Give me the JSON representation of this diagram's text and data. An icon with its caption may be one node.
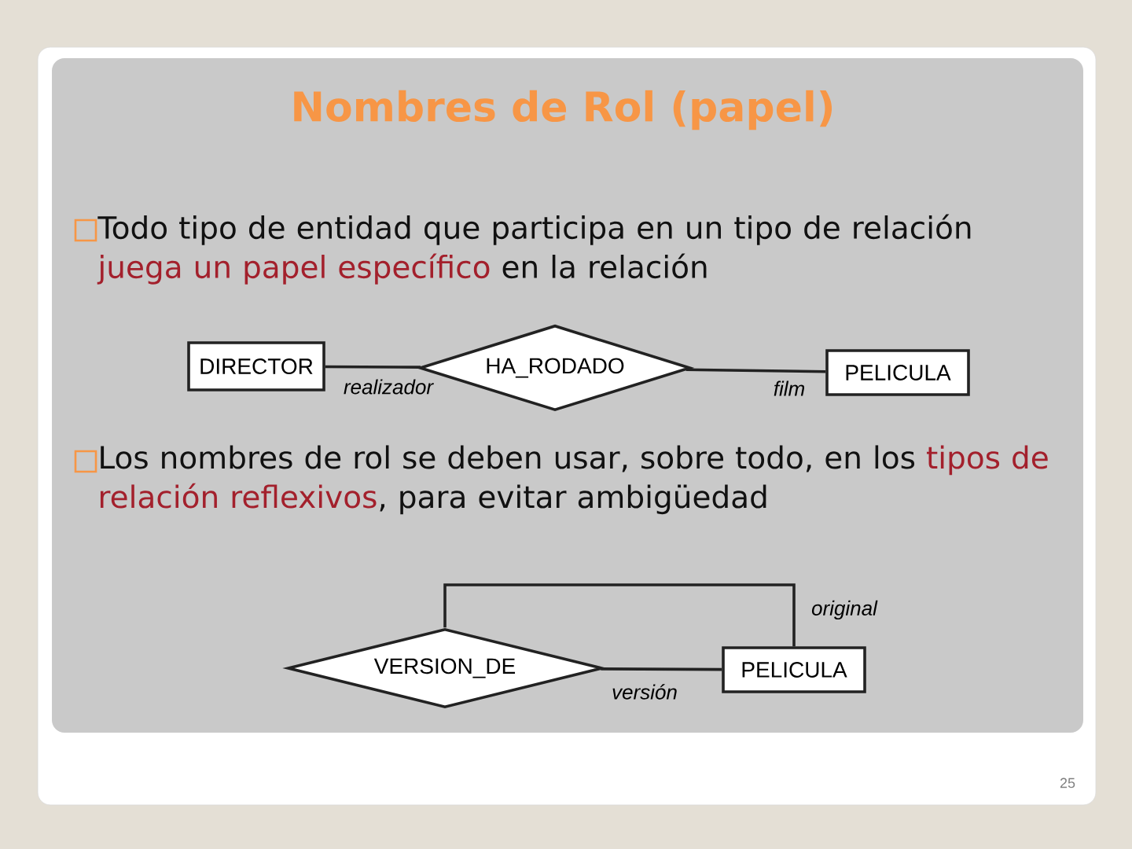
{
  "diagram": {
    "title": "Nombres de Rol (papel)",
    "nodes": [
      {
        "text": [
          "DIRECTOR"
        ]
      },
      {
        "text": [
          "HA_RODADO"
        ]
      },
      {
        "text": [
          "PELICULA"
        ]
      },
      {
        "text": [
          "VERSION_DE"
        ]
      },
      {
        "text": [
          "PELICULA"
        ]
      }
    ],
    "edges": [
      {
        "from": 0,
        "to": 1,
        "arrow": "none",
        "label": "realizador"
      },
      {
        "from": 1,
        "to": 2,
        "arrow": "none",
        "label": "film"
      },
      {
        "from": 3,
        "to": 4,
        "arrow": "none",
        "label": "original"
      },
      {
        "from": 3,
        "to": 4,
        "arrow": "none",
        "label": "versión"
      }
    ],
    "labels": [
      "Todo tipo de entidad que participa en un tipo de relación",
      "juega un papel específico",
      "en la relación",
      "Los nombres de rol se deben usar, sobre todo, en los",
      "tipos de relación reflexivos",
      ", para evitar ambigüedad",
      "25"
    ]
  }
}
